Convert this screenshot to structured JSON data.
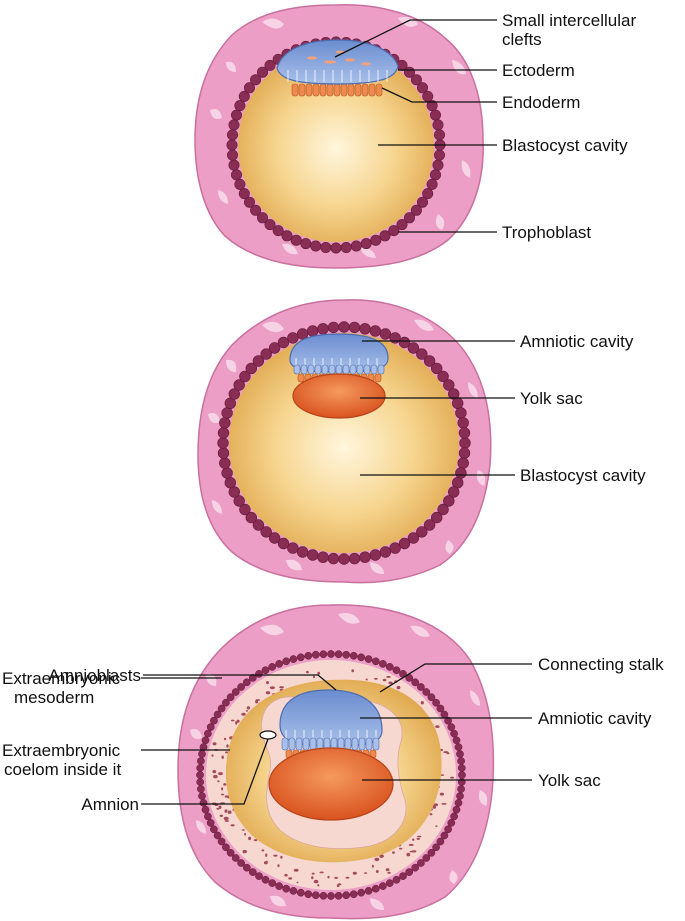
{
  "colors": {
    "trophoblast_outer": "#ec9ec6",
    "trophoblast_edge": "#c9709f",
    "trophoblast_patch": "#f7d3e6",
    "bead_layer": "#8a2d55",
    "bead_highlight": "#b85a86",
    "cavity_center": "#fff6dd",
    "cavity_edge": "#e0a84f",
    "ectoderm_blue": "#7f9fd8",
    "ectoderm_dark": "#4d6db0",
    "endoderm_orange": "#ef8a4f",
    "yolk_sac": "#e4642c",
    "mesoderm_pink": "#f7d8d1",
    "dots": "#a34a5b",
    "leader": "#111111"
  },
  "figures": [
    {
      "id": "early-blastocyst",
      "labels": [
        {
          "text_lines": [
            "Small intercellular",
            "clefts"
          ]
        },
        {
          "text_lines": [
            "Ectoderm"
          ]
        },
        {
          "text_lines": [
            "Endoderm"
          ]
        },
        {
          "text_lines": [
            "Blastocyst cavity"
          ]
        },
        {
          "text_lines": [
            "Trophoblast"
          ]
        }
      ]
    },
    {
      "id": "amniotic-stage",
      "labels": [
        {
          "text_lines": [
            "Amniotic cavity"
          ]
        },
        {
          "text_lines": [
            "Yolk sac"
          ]
        },
        {
          "text_lines": [
            "Blastocyst cavity"
          ]
        }
      ]
    },
    {
      "id": "extraembryonic-stage",
      "labels": [
        {
          "text_lines": [
            "Amnioblasts"
          ]
        },
        {
          "text_lines": [
            "Extraembryonic",
            "mesoderm"
          ]
        },
        {
          "text_lines": [
            "Extraembryonic",
            "coelom inside it"
          ]
        },
        {
          "text_lines": [
            "Amnion"
          ]
        },
        {
          "text_lines": [
            "Connecting stalk"
          ]
        },
        {
          "text_lines": [
            "Amniotic cavity"
          ]
        },
        {
          "text_lines": [
            "Yolk sac"
          ]
        }
      ]
    }
  ]
}
